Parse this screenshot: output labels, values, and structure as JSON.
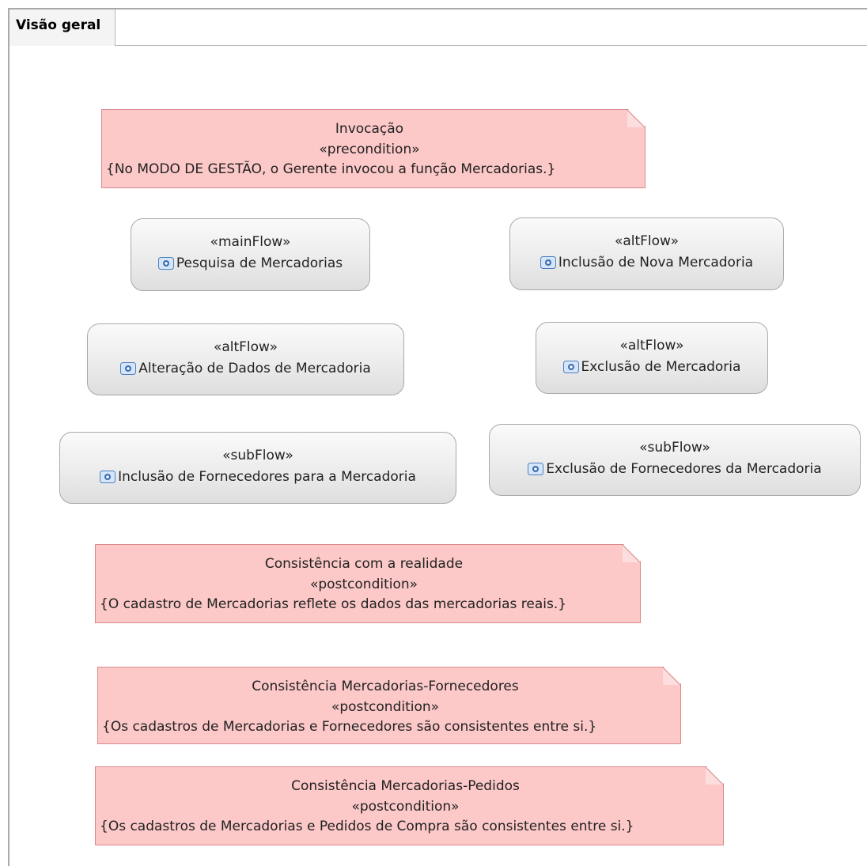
{
  "tab": {
    "label": "Visão geral"
  },
  "notes": {
    "invocacao": {
      "title": "Invocação",
      "stereotype": "«precondition»",
      "body": "{No MODO DE GESTÃO, o Gerente invocou a função Mercadorias.}"
    },
    "realidade": {
      "title": "Consistência com a realidade",
      "stereotype": "«postcondition»",
      "body": "{O cadastro de Mercadorias reflete os dados das mercadorias reais.}"
    },
    "fornecedores": {
      "title": "Consistência Mercadorias-Fornecedores",
      "stereotype": "«postcondition»",
      "body": "{Os cadastros de Mercadorias e Fornecedores são consistentes entre si.}"
    },
    "pedidos": {
      "title": "Consistência Mercadorias-Pedidos",
      "stereotype": "«postcondition»",
      "body": "{Os cadastros de Mercadorias e Pedidos de Compra são consistentes entre si.}"
    }
  },
  "flows": {
    "pesquisa": {
      "stereotype": "«mainFlow»",
      "name": "Pesquisa de Mercadorias",
      "icon": "flow-icon"
    },
    "inclusao": {
      "stereotype": "«altFlow»",
      "name": "Inclusão de Nova Mercadoria",
      "icon": "flow-icon"
    },
    "alteracao": {
      "stereotype": "«altFlow»",
      "name": "Alteração de Dados de Mercadoria",
      "icon": "flow-icon"
    },
    "exclusao": {
      "stereotype": "«altFlow»",
      "name": "Exclusão de Mercadoria",
      "icon": "flow-icon"
    },
    "inclusao_fornecedores": {
      "stereotype": "«subFlow»",
      "name": "Inclusão de Fornecedores para a Mercadoria",
      "icon": "flow-icon"
    },
    "exclusao_fornecedores": {
      "stereotype": "«subFlow»",
      "name": "Exclusão de Fornecedores da Mercadoria",
      "icon": "flow-icon"
    }
  },
  "colors": {
    "note_fill": "#fcc8c8",
    "note_border": "#d98a8a",
    "flow_fill": "#ececec",
    "flow_border": "#a9a9a9"
  }
}
